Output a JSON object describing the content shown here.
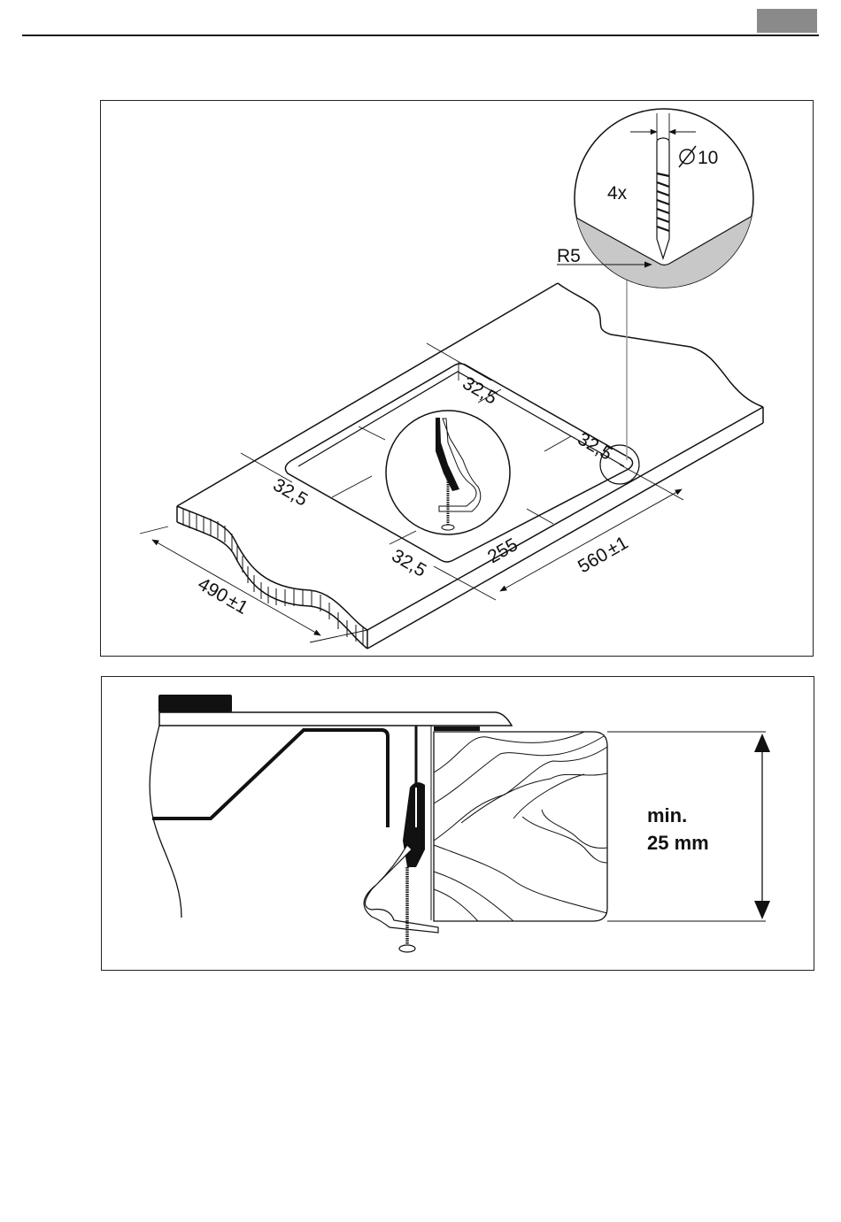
{
  "page": {
    "header_tab_color": "#8a8a8a"
  },
  "figure_top": {
    "title": "Worktop cut-out dimensions",
    "detail_drill": {
      "count_label": "4x",
      "diameter_label": "10",
      "radius_label": "R5",
      "shade_color": "#c8c8c8"
    },
    "dimensions": {
      "margin_back": "32,5",
      "margin_right": "32,5",
      "margin_left": "32,5",
      "margin_front": "32,5",
      "cutout_depth": "255",
      "cutout_width": "560",
      "cutout_width_tol": "±1",
      "cutout_length": "490",
      "cutout_length_tol": "±1"
    }
  },
  "figure_bottom": {
    "thickness_label_line1": "min.",
    "thickness_label_line2": "25 mm"
  }
}
